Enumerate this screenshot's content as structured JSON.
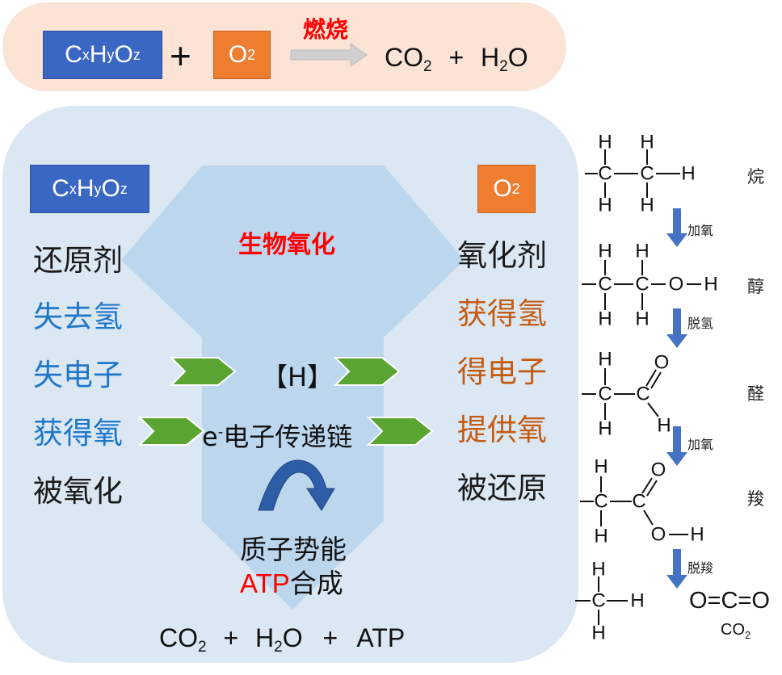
{
  "top": {
    "reactant1": {
      "main": "C",
      "s1": "x",
      "m2": "H",
      "s2": "y",
      "m3": "O",
      "s3": "z"
    },
    "plus": "+",
    "reactant2": {
      "main": "O",
      "sub": "2"
    },
    "condition": "燃烧",
    "product": {
      "a": "CO",
      "a_sub": "2",
      "plus": "+",
      "b": "H",
      "b_sub": "2",
      "b_rest": "O"
    }
  },
  "main": {
    "left_box": {
      "main": "C",
      "s1": "x",
      "m2": "H",
      "s2": "y",
      "m3": "O",
      "s3": "z"
    },
    "right_box": {
      "main": "O",
      "sub": "2"
    },
    "center_title": "生物氧化",
    "left_words": [
      "还原剂",
      "失去氢",
      "失电子",
      "获得氧",
      "被氧化"
    ],
    "right_words": [
      "氧化剂",
      "获得氢",
      "得电子",
      "提供氧",
      "被还原"
    ],
    "h_label": "【H】",
    "electron": {
      "e": "e",
      "sup": "-",
      "rest": "电子传递链"
    },
    "proton": "质子势能",
    "atp": {
      "red": "ATP",
      "rest": "合成"
    },
    "bottom_eq": {
      "a": "CO",
      "a_sub": "2",
      "p1": "+",
      "b": "H",
      "b_sub": "2",
      "b_rest": "O",
      "p2": "+",
      "c": "ATP"
    }
  },
  "chem": {
    "compounds": [
      "烷",
      "醇",
      "醛",
      "羧",
      "CO"
    ],
    "co2_sub": "2",
    "steps": [
      "加氧",
      "脱氢",
      "加氧",
      "脱羧"
    ],
    "atoms": {
      "H": "H",
      "C": "C",
      "O": "O"
    },
    "co2_formula": "O=C=O"
  },
  "colors": {
    "top_band": "#fbe3d6",
    "main_panel": "#dbe8f4",
    "funnel": "#bcd6ee",
    "blue_box": "#3a67c4",
    "orange_box": "#ee7d30",
    "green_arrow": "#5aa532",
    "curved_arrow": "#2e5da8",
    "red_text": "#ff0000",
    "step_arrow": "#4472c4"
  }
}
